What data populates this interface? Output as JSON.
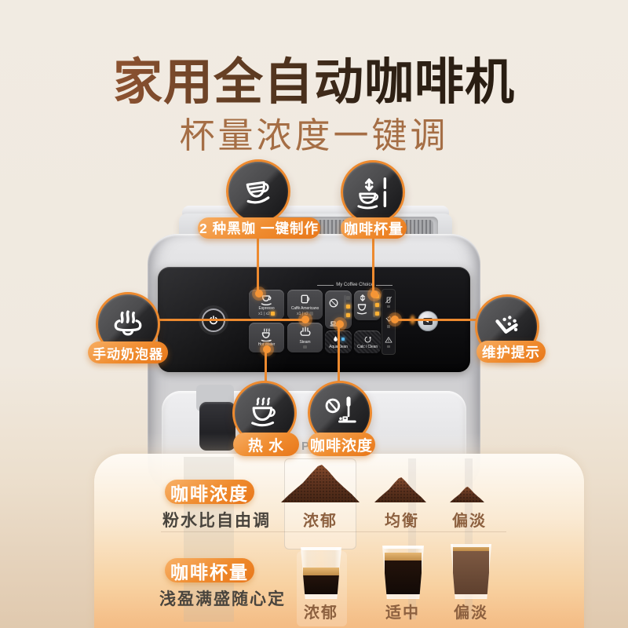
{
  "colors": {
    "accent": "#ED8A2F",
    "pill_light": "#F7AD62",
    "pill_dark": "#E8771A",
    "title_brown": "#9C5E36",
    "title_dark": "#241A10"
  },
  "header": {
    "title": "家用全自动咖啡机",
    "subtitle": "杯量浓度一键调"
  },
  "callouts": [
    {
      "id": "black-coffee",
      "label": "2 种黑咖 一键制作",
      "icon": "espresso-cup-icon"
    },
    {
      "id": "cup-volume",
      "label": "咖啡杯量",
      "icon": "cup-updown-icon"
    },
    {
      "id": "milk-frother",
      "label": "手动奶泡器",
      "icon": "milk-frother-icon"
    },
    {
      "id": "maintenance",
      "label": "维护提示",
      "icon": "descale-dots-icon"
    },
    {
      "id": "hot-water",
      "label": "热 水",
      "icon": "hot-cup-icon"
    },
    {
      "id": "coffee-strength",
      "label": "咖啡浓度",
      "icon": "bean-lever-icon"
    }
  ],
  "machine": {
    "brand": "PHILIPS",
    "panel": {
      "section_label": "My Coffee Choice",
      "espresso": {
        "label": "Espresso",
        "sub": "x1 | x2"
      },
      "americano": {
        "label": "Caffè Americano",
        "sub": "x1 | x2"
      },
      "hot_water": {
        "label": "Hot Water"
      },
      "steam": {
        "label": "Steam"
      },
      "aquaclean": {
        "label": "AquaClean"
      },
      "calc_clean": {
        "label": "Calc / Clean"
      }
    }
  },
  "strength_section": {
    "badge": "咖啡浓度",
    "caption": "粉水比自由调",
    "levels": [
      {
        "label": "浓郁",
        "amount": "large"
      },
      {
        "label": "均衡",
        "amount": "medium"
      },
      {
        "label": "偏淡",
        "amount": "small"
      }
    ]
  },
  "volume_section": {
    "badge": "咖啡杯量",
    "caption": "浅盈满盛随心定",
    "levels": [
      {
        "label": "浓郁",
        "fill_pct": 52,
        "style": "dark"
      },
      {
        "label": "适中",
        "fill_pct": 78,
        "style": "dark"
      },
      {
        "label": "偏淡",
        "fill_pct": 93,
        "style": "milky"
      }
    ]
  }
}
